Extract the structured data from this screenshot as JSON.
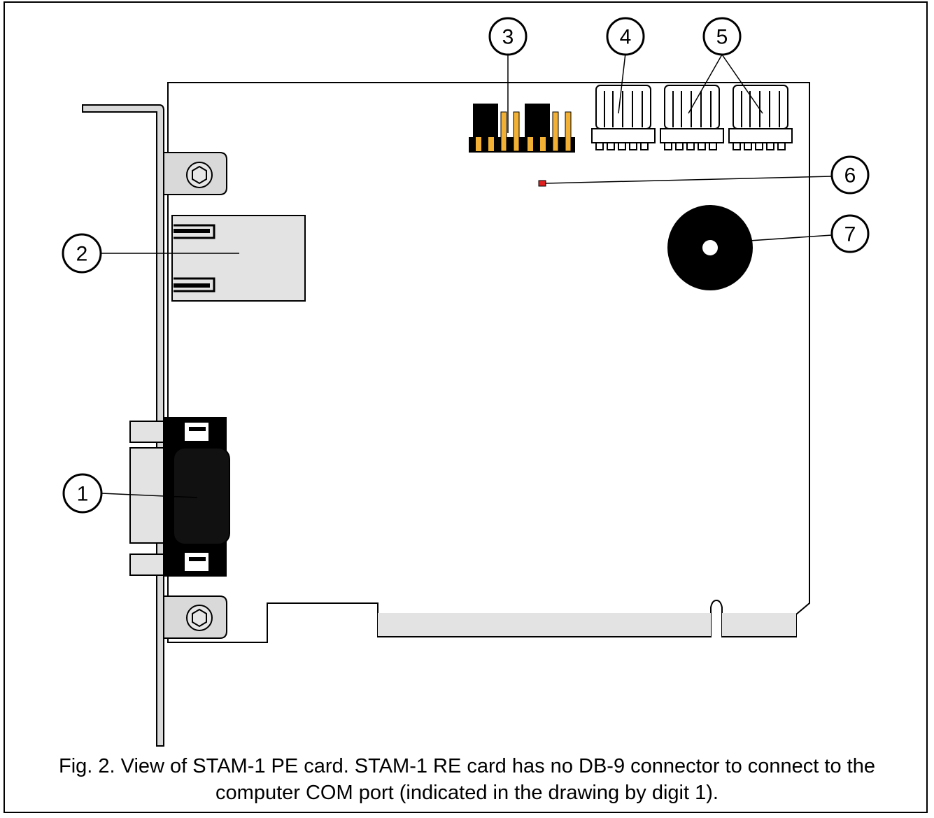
{
  "figure": {
    "caption_line1": "Fig. 2. View of STAM-1 PE card. STAM-1 RE card has no DB-9 connector to connect to the",
    "caption_line2": "computer COM port (indicated in the drawing by digit 1)."
  },
  "callouts": [
    {
      "number": "1"
    },
    {
      "number": "2"
    },
    {
      "number": "3"
    },
    {
      "number": "4"
    },
    {
      "number": "5"
    },
    {
      "number": "6"
    },
    {
      "number": "7"
    }
  ],
  "colors": {
    "board_fill": "#ffffff",
    "outline": "#000000",
    "bracket_gray": "#d9d9d9",
    "connector_gray": "#e3e3e3",
    "jumper_pin": "#f2b134",
    "led": "#e02020",
    "buzzer": "#000000"
  }
}
